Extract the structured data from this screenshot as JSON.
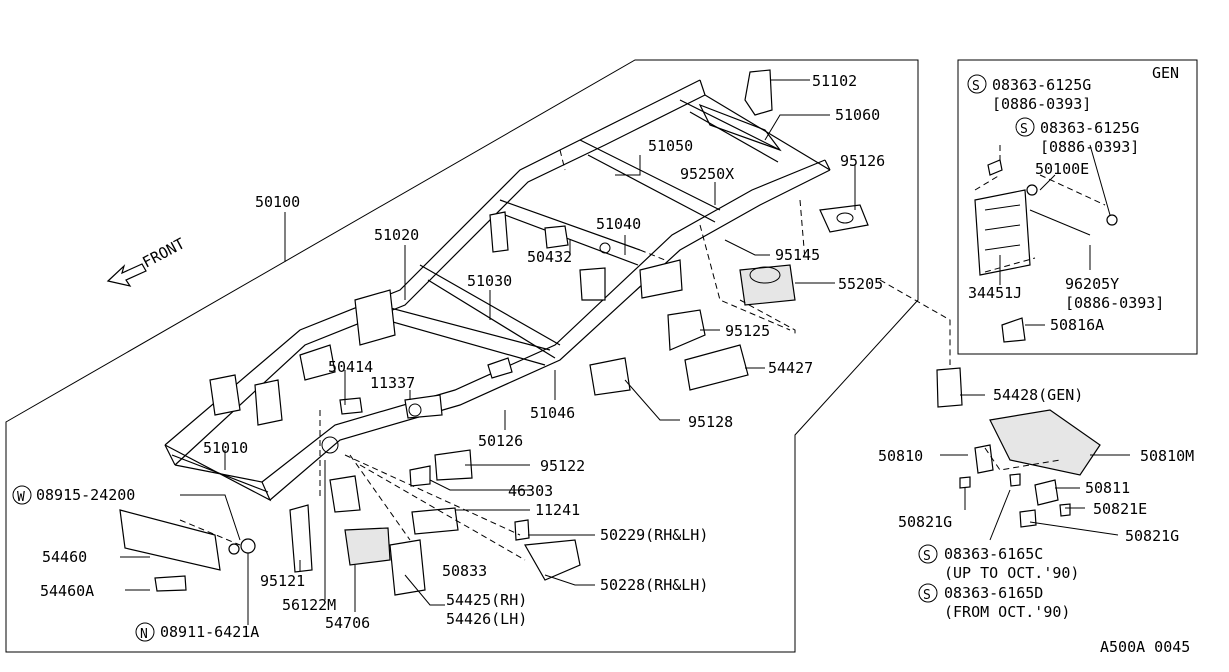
{
  "header": {
    "front_label": "FRONT"
  },
  "inset": {
    "title": "GEN"
  },
  "footer": {
    "code": "A500A 0045"
  },
  "labels": {
    "l50100": "50100",
    "l51102": "51102",
    "l51060": "51060",
    "l51050": "51050",
    "l95126": "95126",
    "l95250x": "95250X",
    "l51040": "51040",
    "l51020": "51020",
    "l50432": "50432",
    "l95145": "95145",
    "l51030": "51030",
    "l55205": "55205",
    "l95125": "95125",
    "l50414": "50414",
    "l11337": "11337",
    "l54427": "54427",
    "l51046": "51046",
    "l95128": "95128",
    "l51010": "51010",
    "l50126": "50126",
    "l95122": "95122",
    "l46303": "46303",
    "l08915": "08915-24200",
    "l11241": "11241",
    "l54460": "54460",
    "l50229": "50229(RH&LH)",
    "l50833": "50833",
    "l95121": "95121",
    "l50228": "50228(RH&LH)",
    "l54460a": "54460A",
    "l56122m": "56122M",
    "l54425": "54425(RH)",
    "l54426": "54426(LH)",
    "l54706": "54706",
    "l08911": "08911-6421A",
    "l54428": "54428(GEN)",
    "l50810": "50810",
    "l50810m": "50810M",
    "l50811": "50811",
    "l50821g_a": "50821G",
    "l50821e": "50821E",
    "l50821g_b": "50821G",
    "l08363c": "08363-6165C",
    "l08363c_note": "(UP TO OCT.'90)",
    "l08363d": "08363-6165D",
    "l08363d_note": "(FROM OCT.'90)",
    "g1": "08363-6125G",
    "g1_range": "[0886-0393]",
    "g2": "08363-6125G",
    "g2_range": "[0886-0393]",
    "g3": "50100E",
    "g4": "96205Y",
    "g4_range": "[0886-0393]",
    "g5": "34451J",
    "g6": "50816A"
  },
  "prefix_symbols": {
    "s": "S",
    "w": "W",
    "n": "N"
  }
}
